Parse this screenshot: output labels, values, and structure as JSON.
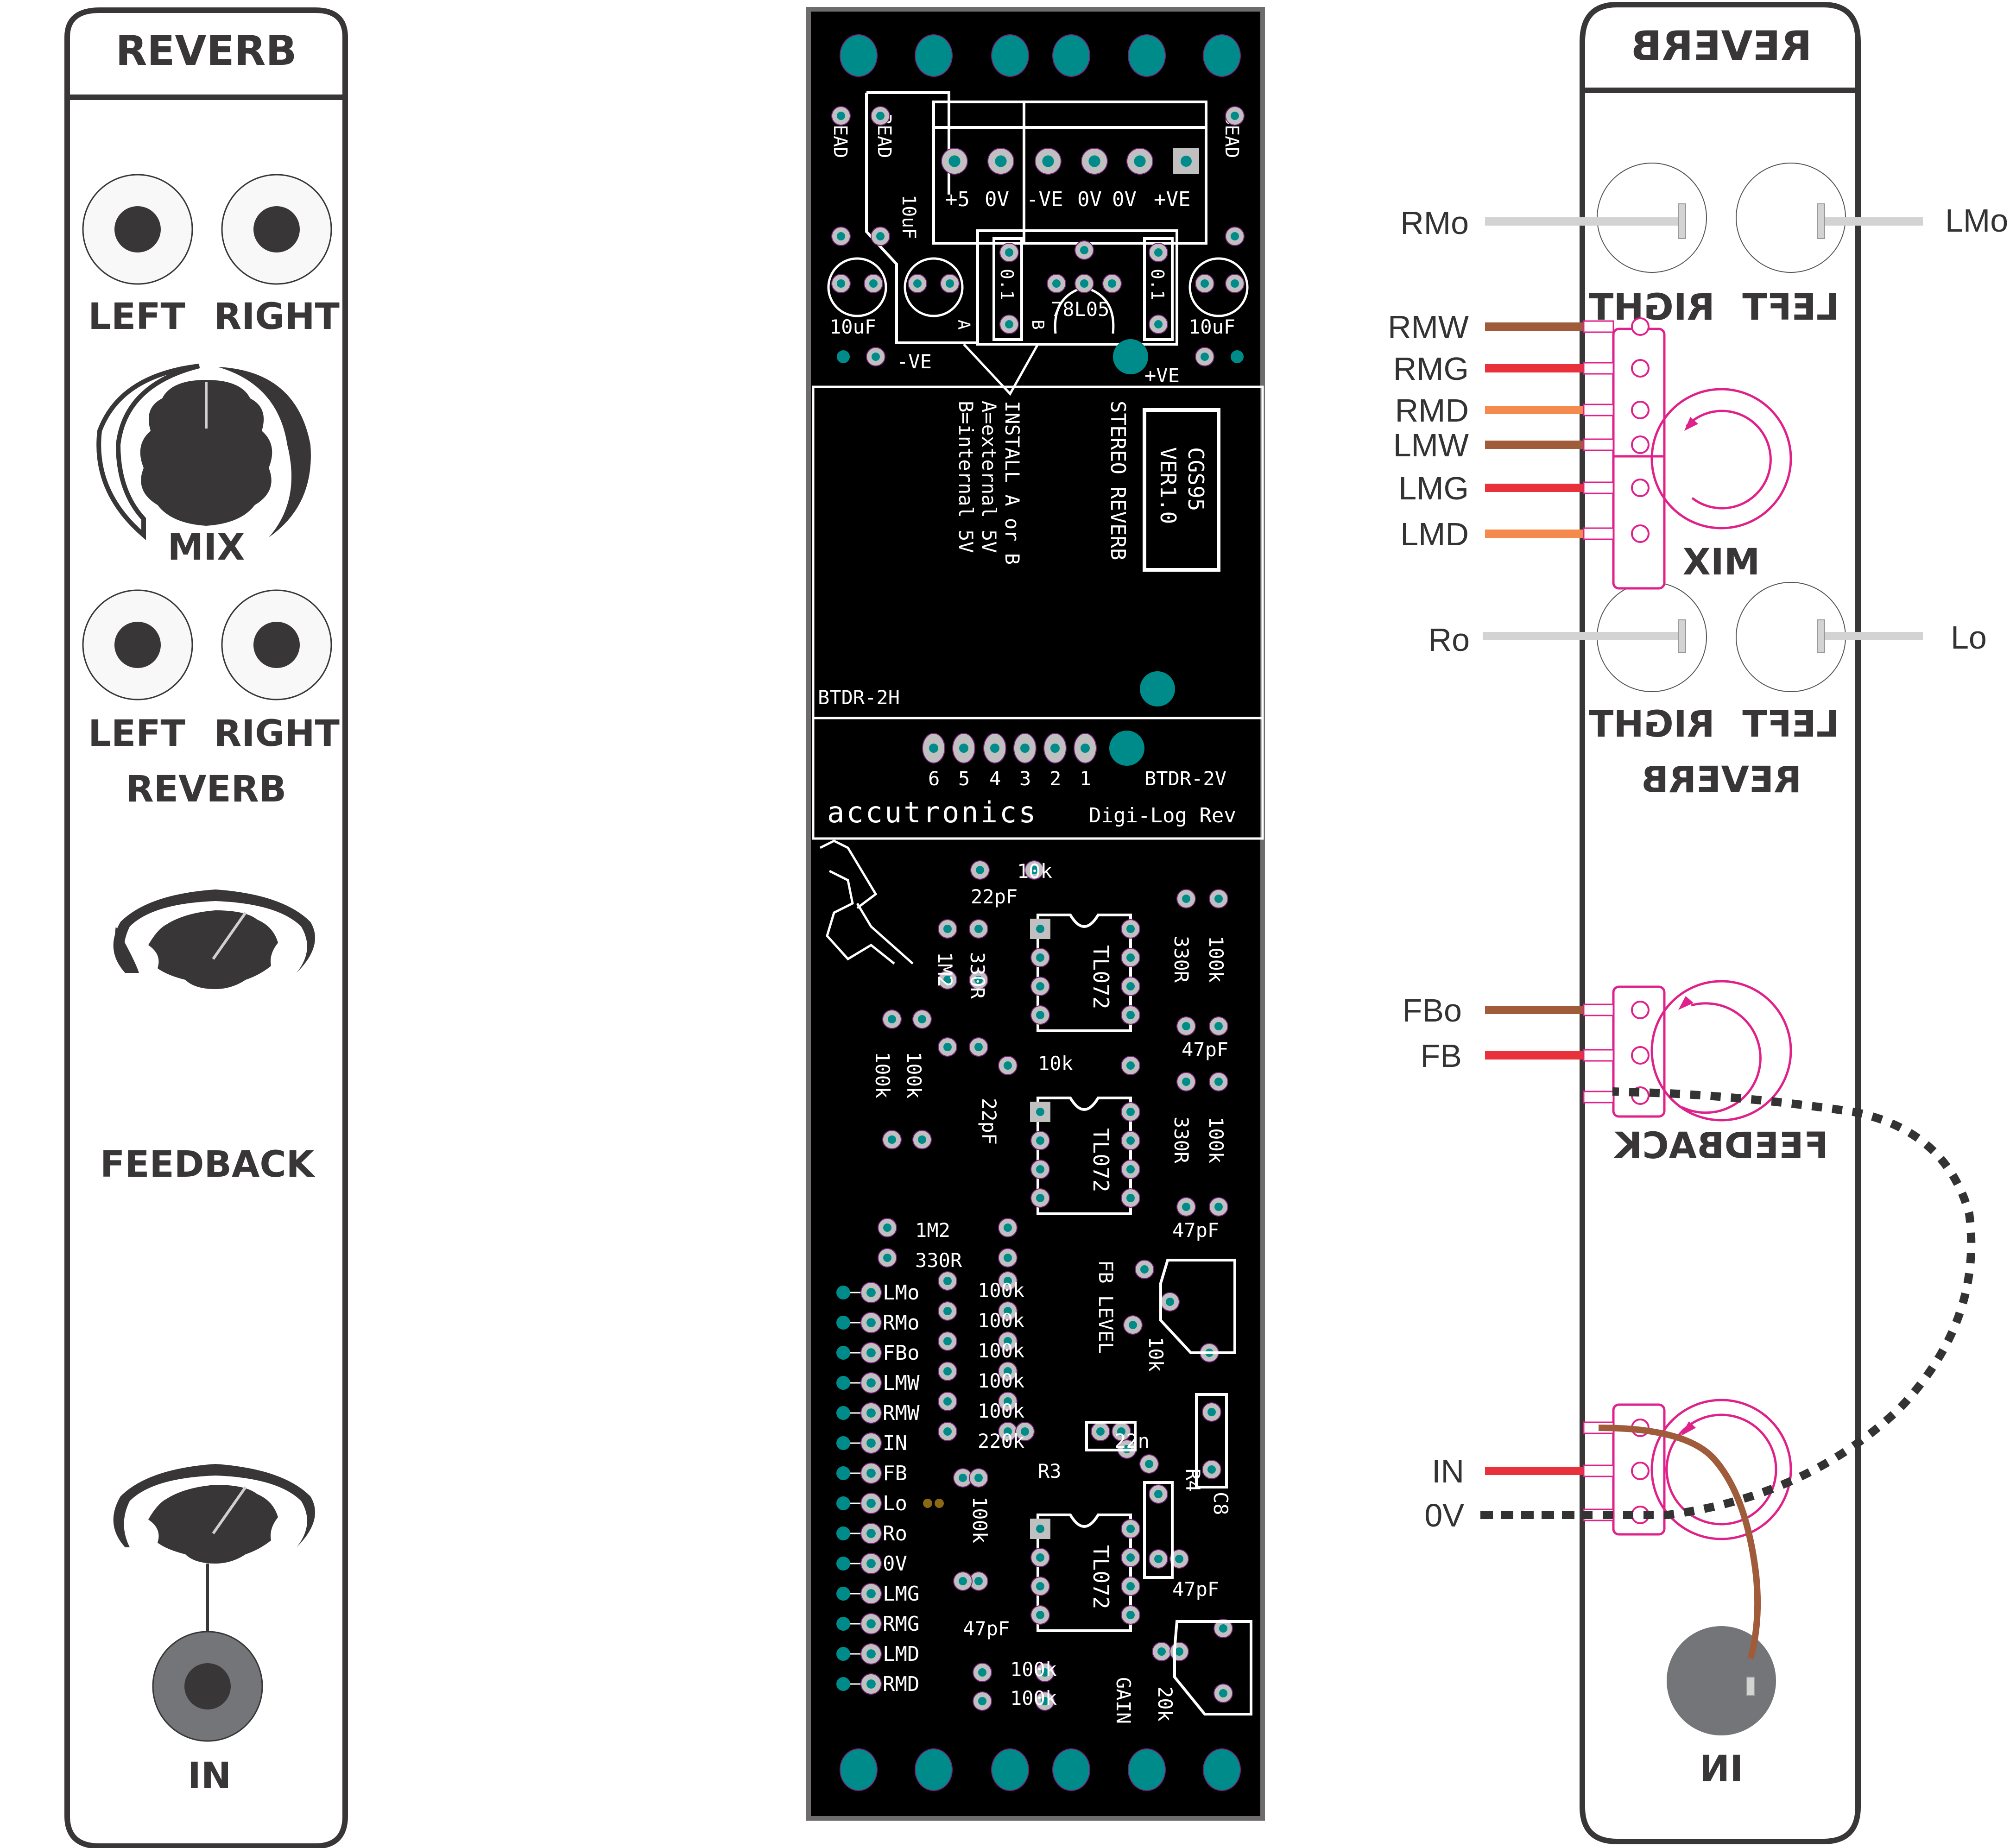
{
  "front_panel": {
    "title": "REVERB",
    "mix_jacks": {
      "left": "LEFT",
      "right": "RIGHT"
    },
    "mix_knob": "MIX",
    "reverb_jacks": {
      "left": "LEFT",
      "right": "RIGHT",
      "group": "REVERB"
    },
    "feedback_knob": "FEEDBACK",
    "input_jack": "IN"
  },
  "pcb": {
    "power_header_labels": [
      "+5",
      "0V",
      "-VE",
      "0V",
      "0V",
      "+VE"
    ],
    "bead_label": "BEAD",
    "cap_10uf": "10uF",
    "cap_0_1": "0.1",
    "regulator": "78L05",
    "option_a": "A",
    "option_b": "B",
    "neg_rail": "-VE",
    "pos_rail": "+VE",
    "install_note": [
      "INSTALL A or B",
      "A=external 5V",
      "B=internal 5V"
    ],
    "product": "STEREO REVERB",
    "version_box": [
      "CGS95",
      "VER1.0"
    ],
    "module_h": "BTDR-2H",
    "module_v": "BTDR-2V",
    "module_pins": [
      "6",
      "5",
      "4",
      "3",
      "2",
      "1"
    ],
    "brand": "accutronics",
    "brand_sub": "Digi-Log Rev",
    "ic": "TL072",
    "components": {
      "r10k": "10k",
      "c22p": "22pF",
      "r1m2": "1M2",
      "r330": "330R",
      "r100k": "100k",
      "c47p": "47pF",
      "r220k": "220k",
      "c22n": "22n",
      "r3": "R3",
      "r4": "R4",
      "c8": "C8",
      "fb_level": "FB LEVEL",
      "pot10k": "10k",
      "gain": "GAIN",
      "pot20k": "20k"
    },
    "io_pads": [
      "LMo",
      "RMo",
      "FBo",
      "LMW",
      "RMW",
      "IN",
      "FB",
      "Lo",
      "Ro",
      "0V",
      "LMG",
      "RMG",
      "LMD",
      "RMD"
    ]
  },
  "wiring": {
    "title": "REVERB",
    "mix_jacks": {
      "left": "LEFT",
      "right": "RIGHT"
    },
    "mix_knob": "MIX",
    "reverb_jacks": {
      "left": "LEFT",
      "right": "RIGHT",
      "group": "REVERB"
    },
    "feedback_knob": "FEEDBACK",
    "input_jack": "IN",
    "jack_wires": [
      {
        "label": "RMo",
        "side": "left",
        "color": "#d3d3d3"
      },
      {
        "label": "LMo",
        "side": "right",
        "color": "#d3d3d3"
      },
      {
        "label": "Ro",
        "side": "left",
        "color": "#d3d3d3"
      },
      {
        "label": "Lo",
        "side": "right",
        "color": "#d3d3d3"
      }
    ],
    "mix_pot_wires": [
      {
        "label": "RMW",
        "color": "#a05c3a"
      },
      {
        "label": "RMG",
        "color": "#e8313a"
      },
      {
        "label": "RMD",
        "color": "#f58a4e"
      },
      {
        "label": "LMW",
        "color": "#a05c3a"
      },
      {
        "label": "LMG",
        "color": "#e8313a"
      },
      {
        "label": "LMD",
        "color": "#f58a4e"
      }
    ],
    "feedback_pot_wires": [
      {
        "label": "FBo",
        "color": "#a05c3a"
      },
      {
        "label": "FB",
        "color": "#e8313a"
      }
    ],
    "input_pot_wires": [
      {
        "label": "IN",
        "color": "#e8313a"
      },
      {
        "label": "0V",
        "color": "#333333",
        "style": "dotted"
      }
    ]
  },
  "colors": {
    "panel_stroke": "#383637",
    "pcb_bg": "#000000",
    "pad_teal": "#008b8b",
    "pad_ring": "#c0c0c0",
    "pot_outline": "#e0218a"
  }
}
